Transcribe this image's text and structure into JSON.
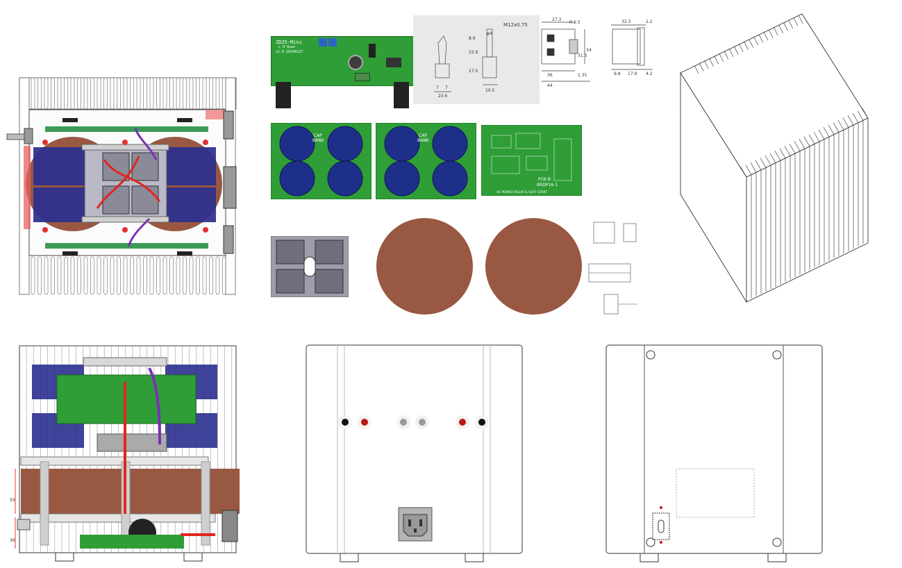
{
  "amp_board": {
    "title": "ZD25-Mini",
    "subtitle": "L H Quan",
    "version": "v1.0 20240227"
  },
  "cap_bank": {
    "label_1": "CAP",
    "label_2": "BANK"
  },
  "relay_board": {
    "name": "PCB B",
    "code": "BRDP16-1",
    "desc": "AC POWER RELAY & SOFT START"
  },
  "switch_drawing": {
    "thread": "M12x0.75",
    "dims": [
      "22.9",
      "8.9",
      "27.5",
      "7",
      "7",
      "23.6",
      "10.5",
      "φ4"
    ]
  },
  "iec_inlet_drawing": {
    "dims": [
      "27.3",
      "R 2.5",
      "31.3",
      "34",
      "36",
      "44",
      "1.35"
    ]
  },
  "side_drawing": {
    "dims": [
      "32.3",
      "2.2",
      "9.8",
      "17.9",
      "4.2"
    ]
  },
  "front_view": {
    "dims": [
      "50",
      "36"
    ]
  },
  "colors": {
    "pcb_green": "#2f9e37",
    "toroid_brown": "#985842",
    "cap_blue": "#1e2f8a",
    "wire_red": "#e0261c",
    "wire_purple": "#7a2fb5",
    "heatsink_grey": "#cfcfcf"
  }
}
